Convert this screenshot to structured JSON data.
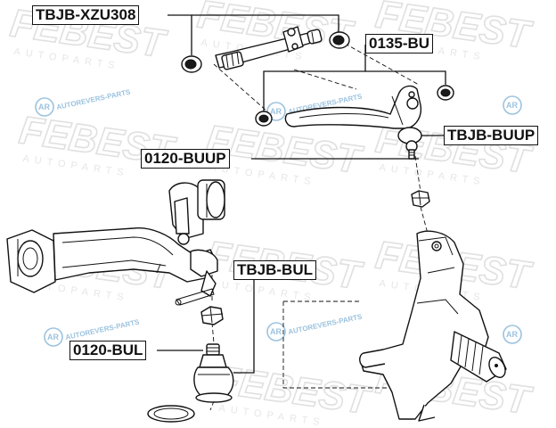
{
  "labels": {
    "tbjb_xzu308": "TBJB-XZU308",
    "bu_0135": "0135-BU",
    "tbjb_buup": "TBJB-BUUP",
    "buup_0120": "0120-BUUP",
    "tbjb_bul": "TBJB-BUL",
    "bul_0120": "0120-BUL"
  },
  "watermark": {
    "brand": "FEBEST",
    "tagline": "AUTOPARTS",
    "reseller": "AUTOREVERS-PARTS",
    "reseller_logo": "AR"
  }
}
